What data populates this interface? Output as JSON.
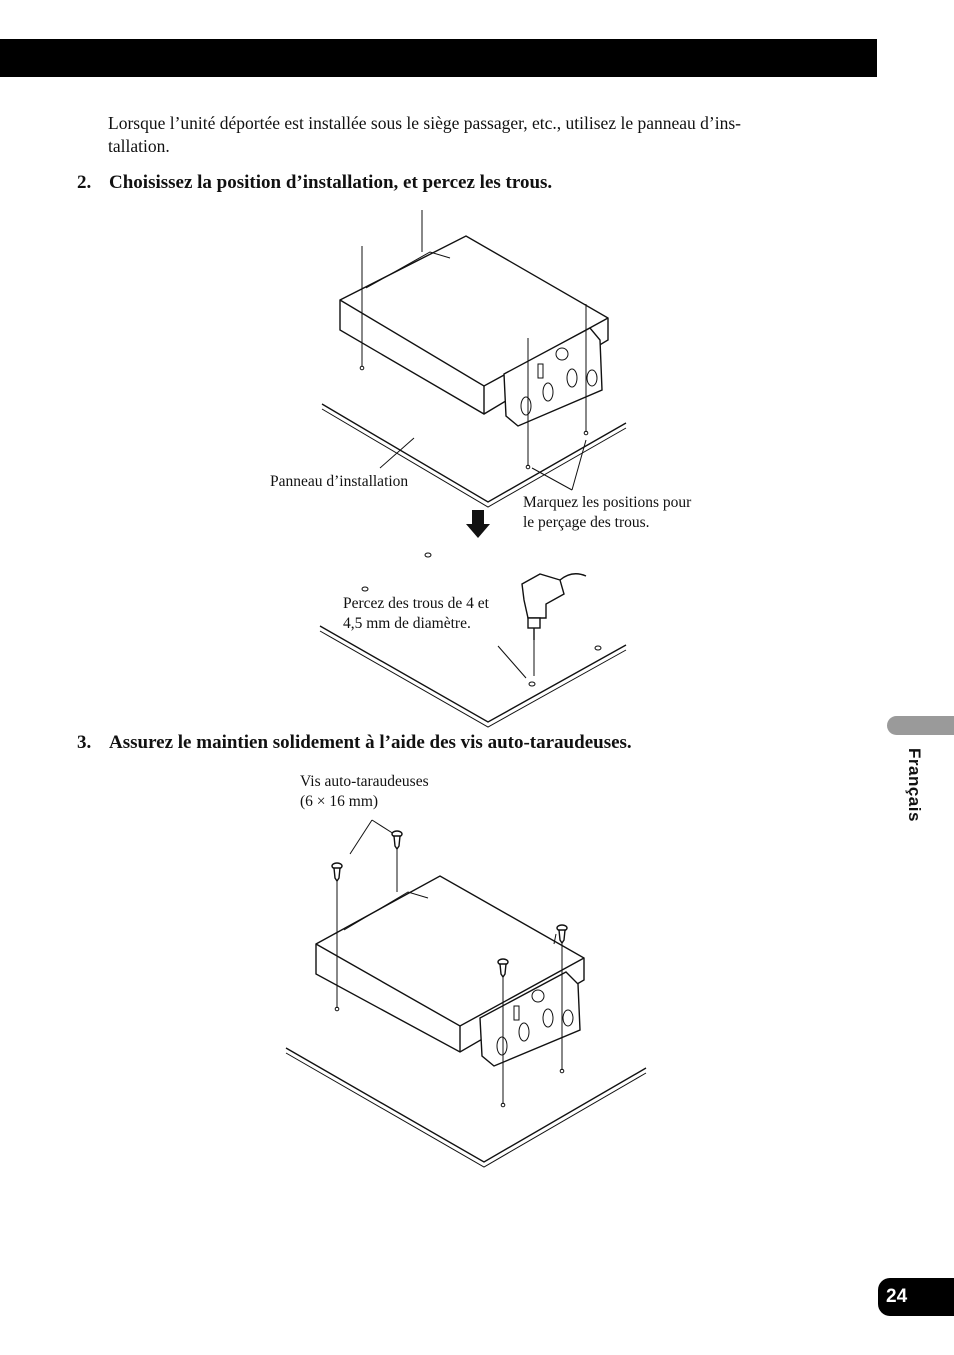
{
  "intro": "Lorsque l’unité déportée est installée sous le siège passager, etc., utilisez le panneau d’ins-\ntallation.",
  "steps": [
    {
      "num": "2.",
      "text": "Choisissez la position d’installation, et percez les trous."
    },
    {
      "num": "3.",
      "text": "Assurez le maintien solidement à l’aide des vis auto-taraudeuses."
    }
  ],
  "labels": {
    "panel": "Panneau d’installation",
    "mark": "Marquez les positions pour\nle perçage des trous.",
    "drill": "Percez des trous de 4 et\n4,5 mm de diamètre.",
    "screws": "Vis auto-taraudeuses\n(6 × 16 mm)"
  },
  "side_tab": "Français",
  "page_number": "24",
  "icons": {
    "down_arrow": "down-arrow-icon",
    "drill": "drill-icon",
    "screw": "screw-icon"
  }
}
